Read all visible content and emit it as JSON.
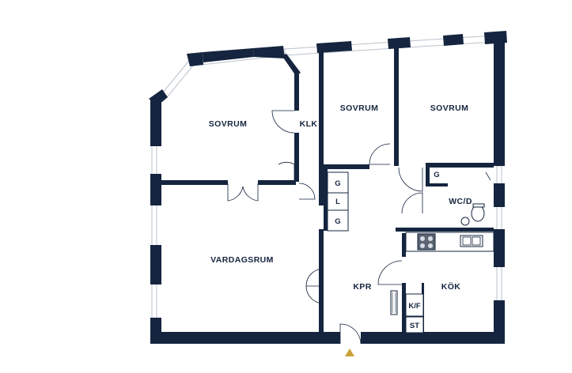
{
  "floorplan": {
    "rooms": {
      "sovrum_1": "SOVRUM",
      "klk": "KLK",
      "sovrum_2": "SOVRUM",
      "sovrum_3": "SOVRUM",
      "g_upper": "G",
      "l": "L",
      "g_lower": "G",
      "g_wc": "G",
      "wc_d": "WC/D",
      "vardagsrum": "VARDAGSRUM",
      "kpr": "KPR",
      "kok": "KÖK",
      "kf": "K/F",
      "st": "ST"
    },
    "colors": {
      "wall": "#15253f",
      "entrance_marker": "#c9a13a",
      "window": "#b9c2cc"
    }
  }
}
